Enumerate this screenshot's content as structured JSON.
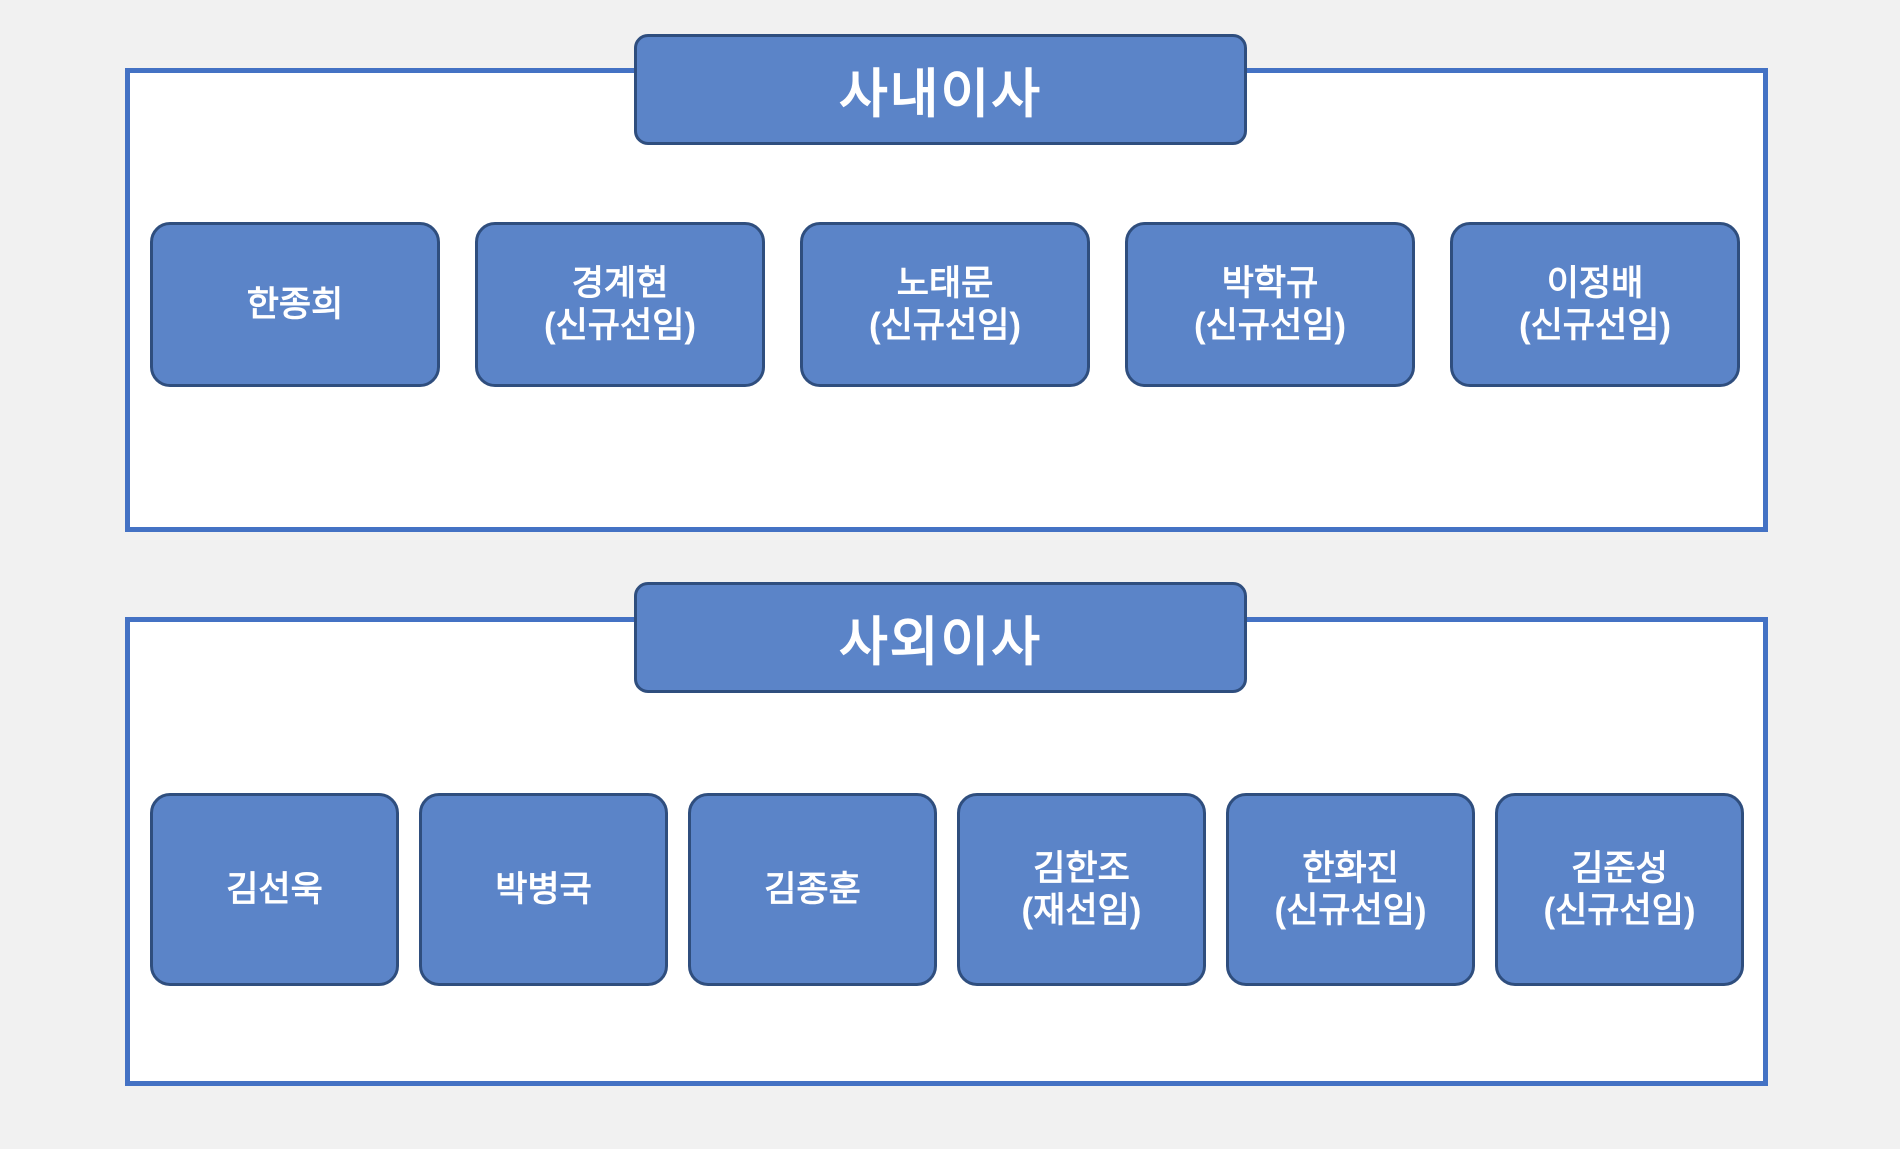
{
  "page": {
    "background_color": "#f1f1f1",
    "panel_background": "#ffffff",
    "panel_border_color": "#4472c4",
    "box_fill_color": "#5b84c8",
    "box_border_color": "#2f4e7e",
    "text_color": "#ffffff"
  },
  "sections": [
    {
      "id": "inside-directors",
      "title": "사내이사",
      "members": [
        {
          "name": "한종희",
          "note": ""
        },
        {
          "name": "경계현",
          "note": "(신규선임)"
        },
        {
          "name": "노태문",
          "note": "(신규선임)"
        },
        {
          "name": "박학규",
          "note": "(신규선임)"
        },
        {
          "name": "이정배",
          "note": "(신규선임)"
        }
      ]
    },
    {
      "id": "outside-directors",
      "title": "사외이사",
      "members": [
        {
          "name": "김선욱",
          "note": ""
        },
        {
          "name": "박병국",
          "note": ""
        },
        {
          "name": "김종훈",
          "note": ""
        },
        {
          "name": "김한조",
          "note": "(재선임)"
        },
        {
          "name": "한화진",
          "note": "(신규선임)"
        },
        {
          "name": "김준성",
          "note": "(신규선임)"
        }
      ]
    }
  ]
}
